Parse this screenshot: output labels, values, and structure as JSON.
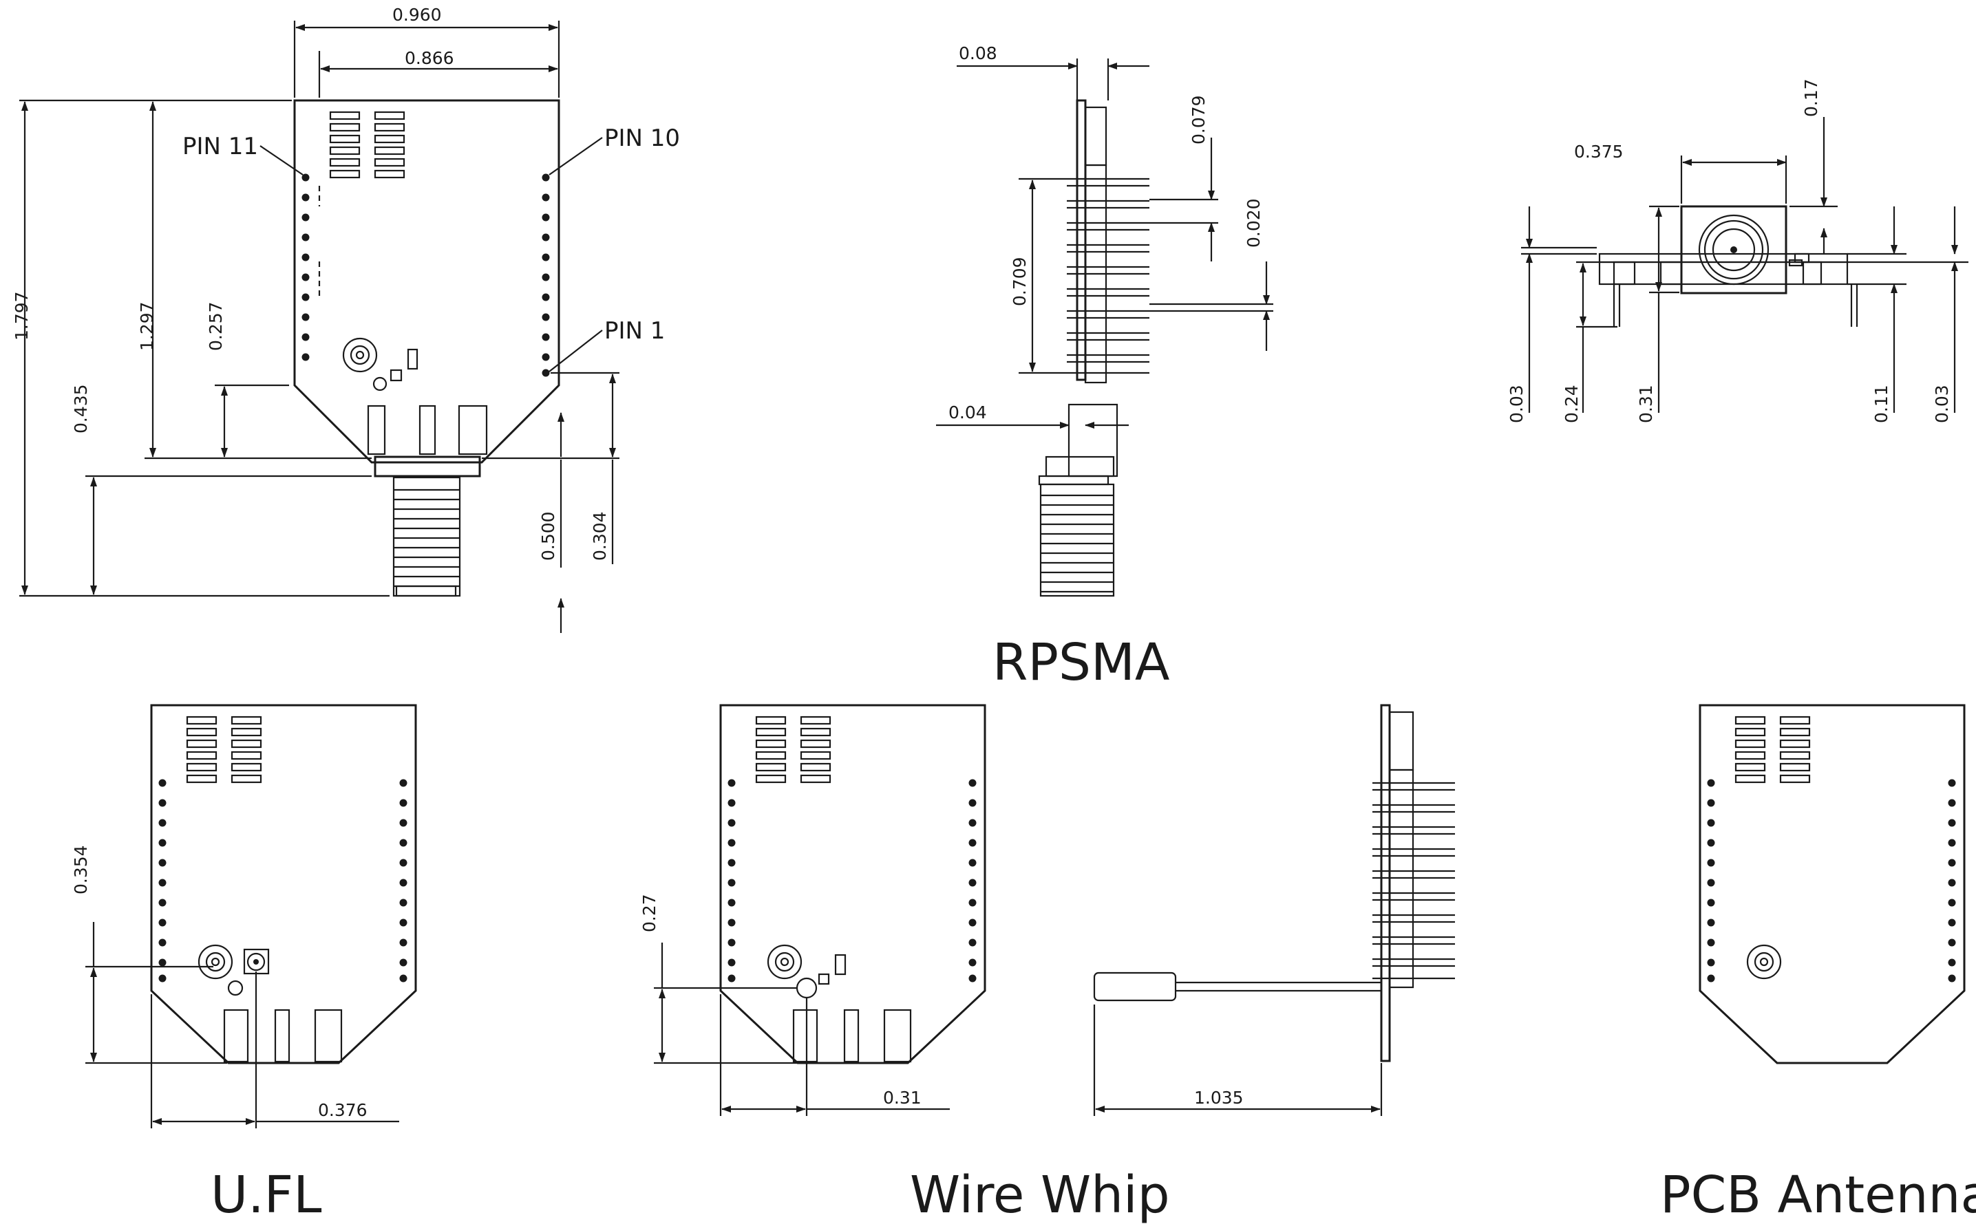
{
  "captions": {
    "rpsma": "RPSMA",
    "ufl": "U.FL",
    "wire_whip": "Wire Whip",
    "pcb_antenna": "PCB Antenna"
  },
  "pin_labels": {
    "pin11": "PIN 11",
    "pin10": "PIN 10",
    "pin1": "PIN 1"
  },
  "dimensions": {
    "top_width": "0.960",
    "inner_width": "0.866",
    "total_height": "1.797",
    "board_height": "1.297",
    "pin1_height": "0.257",
    "connector_base": "0.435",
    "antenna_length": "0.500",
    "connector_offset": "0.304",
    "side_thickness": "0.08",
    "pin_pitch_a": "0.079",
    "pin_pitch_b": "0.020",
    "pin_span": "0.709",
    "flange": "0.04",
    "front_width": "0.375",
    "front_top": "0.17",
    "front_a": "0.03",
    "front_b": "0.24",
    "front_c": "0.31",
    "front_d": "0.11",
    "front_e": "0.03",
    "ufl_height": "0.354",
    "ufl_offset": "0.376",
    "whip_height": "0.27",
    "whip_offset": "0.31",
    "whip_length": "1.035"
  }
}
